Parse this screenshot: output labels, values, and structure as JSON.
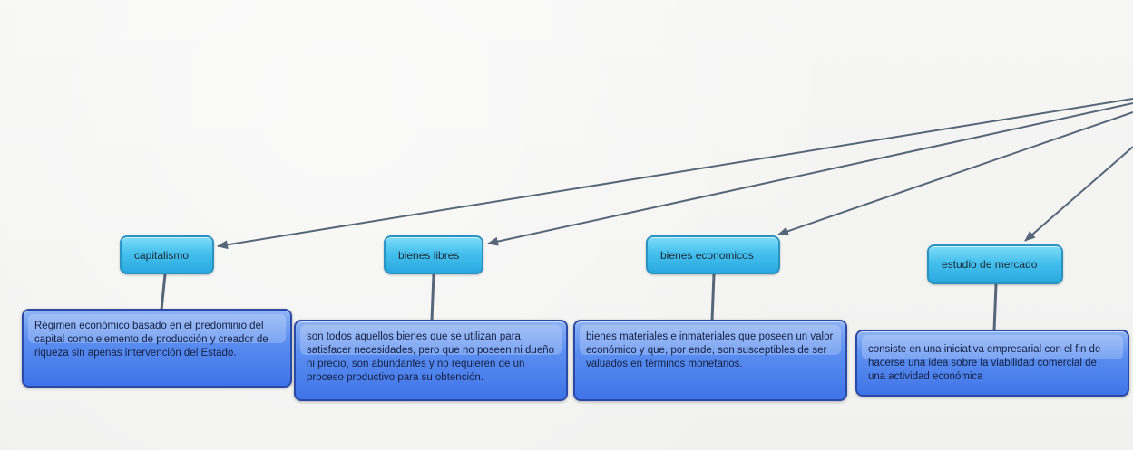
{
  "concepts": [
    {
      "label": "capitalismo",
      "description": "Régimen económico basado en el predominio del capital como elemento de producción y creador de riqueza sin apenas intervención del Estado."
    },
    {
      "label": "bienes libres",
      "description": " son todos aquellos bienes que se utilizan para satisfacer necesidades, pero que no poseen ni dueño ni precio, son abundantes y no requieren de un proceso productivo para su obtención."
    },
    {
      "label": "bienes economicos",
      "description": " bienes materiales e inmateriales que poseen un valor económico y que, por ende, son susceptibles de ser valuados en términos monetarios."
    },
    {
      "label": "estudio de mercado",
      "description": "consiste en una iniciativa empresarial con el fin de hacerse una idea sobre la viabilidad comercial de una actividad económica"
    }
  ],
  "colors": {
    "concept_fill": "#45c0ee",
    "description_fill": "#4f84ee",
    "connector": "#56677a"
  }
}
